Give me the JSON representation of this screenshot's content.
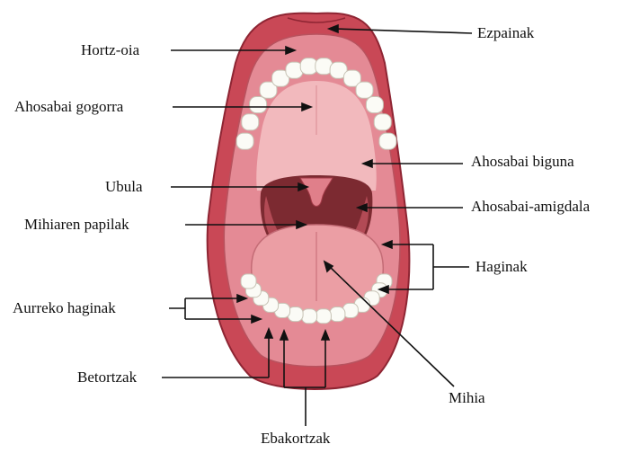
{
  "labels": {
    "ezpainak": "Ezpainak",
    "hortz_oia": "Hortz-oia",
    "ahosabai_gogorra": "Ahosabai gogorra",
    "ahosabai_biguna": "Ahosabai biguna",
    "ubula": "Ubula",
    "ahosabai_amigdala": "Ahosabai-amigdala",
    "mihiaren_papilak": "Mihiaren papilak",
    "haginak": "Haginak",
    "aurreko_haginak": "Aurreko haginak",
    "betortzak": "Betortzak",
    "mihia": "Mihia",
    "ebakortzak": "Ebakortzak"
  },
  "colors": {
    "lips": "#c94856",
    "lips_dark": "#9c2a38",
    "gums": "#e48a95",
    "palate": "#f2b9bd",
    "throat": "#7c2a31",
    "tongue": "#eb9ea4",
    "teeth": "#fbfbf6",
    "lines": "#111111"
  }
}
